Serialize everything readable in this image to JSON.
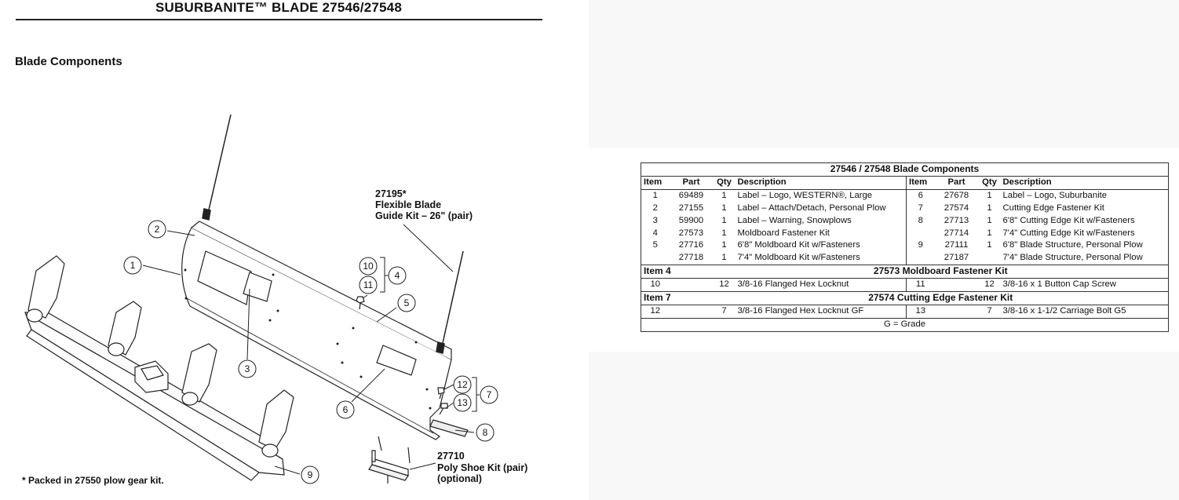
{
  "header": {
    "title": "SUBURBANITE™ BLADE 27546/27548",
    "section": "Blade Components"
  },
  "diagram": {
    "callouts": [
      "1",
      "2",
      "3",
      "4",
      "5",
      "6",
      "7",
      "8",
      "9",
      "10",
      "11",
      "12",
      "13"
    ],
    "guide_kit": {
      "part": "27195*",
      "line1": "Flexible Blade",
      "line2": "Guide Kit – 26\" (pair)"
    },
    "poly_shoe": {
      "part": "27710",
      "line1": "Poly Shoe Kit (pair)",
      "line2": "(optional)"
    },
    "footnote": "* Packed in 27550 plow gear kit."
  },
  "table": {
    "title": "27546 / 27548  Blade Components",
    "columns": [
      "Item",
      "Part",
      "Qty",
      "Description",
      "Item",
      "Part",
      "Qty",
      "Description"
    ],
    "rows": [
      [
        "1",
        "69489",
        "1",
        "Label – Logo, WESTERN®, Large",
        "6",
        "27678",
        "1",
        "Label – Logo, Suburbanite"
      ],
      [
        "2",
        "27155",
        "1",
        "Label – Attach/Detach, Personal Plow",
        "7",
        "27574",
        "1",
        "Cutting Edge Fastener Kit"
      ],
      [
        "3",
        "59900",
        "1",
        "Label – Warning, Snowplows",
        "8",
        "27713",
        "1",
        "6'8\" Cutting Edge Kit w/Fasteners"
      ],
      [
        "4",
        "27573",
        "1",
        "Moldboard Fastener Kit",
        "",
        "27714",
        "1",
        "7'4\" Cutting Edge Kit w/Fasteners"
      ],
      [
        "5",
        "27716",
        "1",
        "6'8\" Moldboard Kit w/Fasteners",
        "9",
        "27111",
        "1",
        "6'8\" Blade Structure, Personal Plow"
      ],
      [
        "",
        "27718",
        "1",
        "7'4\" Moldboard Kit w/Fasteners",
        "",
        "27187",
        "",
        "7'4\" Blade Structure, Personal Plow"
      ]
    ],
    "kit4": {
      "label": "Item 4",
      "title": "27573  Moldboard Fastener Kit",
      "row": [
        "10",
        "12",
        "3/8-16 Flanged Hex Locknut",
        "11",
        "12",
        "3/8-16 x 1 Button Cap Screw"
      ]
    },
    "kit7": {
      "label": "Item 7",
      "title": "27574  Cutting Edge Fastener Kit",
      "row": [
        "12",
        "7",
        "3/8-16 Flanged Hex Locknut GF",
        "13",
        "7",
        "3/8-16 x 1-1/2 Carriage Bolt G5"
      ]
    },
    "note": "G = Grade"
  }
}
